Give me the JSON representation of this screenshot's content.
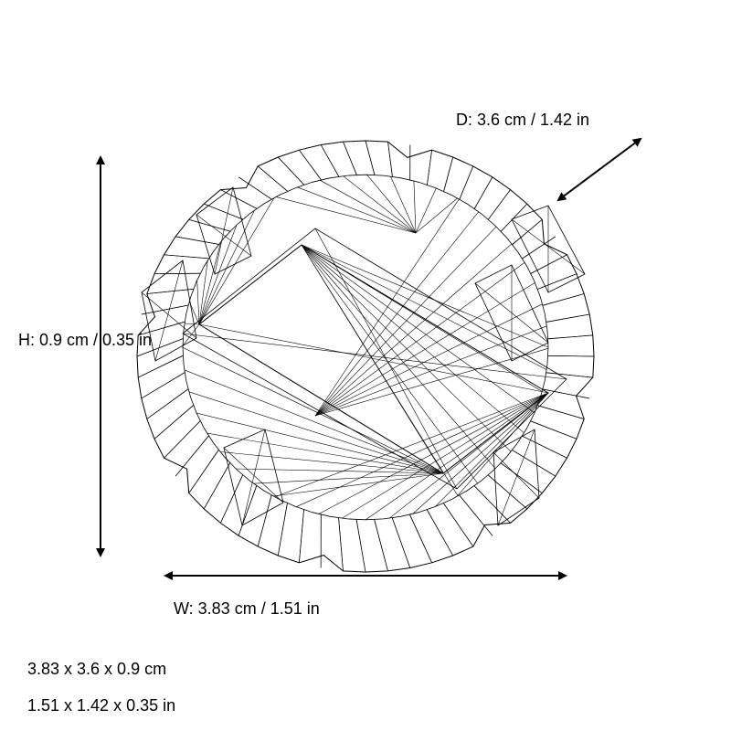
{
  "dimensions": {
    "depth_label": "D: 3.6 cm / 1.42 in",
    "height_label": "H: 0.9 cm / 0.35 in",
    "width_label": "W: 3.83 cm / 1.51 in"
  },
  "summary": {
    "metric": "3.83 x 3.6 x 0.9 cm",
    "imperial": "1.51 x 1.42 x 0.35 in"
  },
  "colors": {
    "line": "#000000",
    "background": "#ffffff"
  }
}
